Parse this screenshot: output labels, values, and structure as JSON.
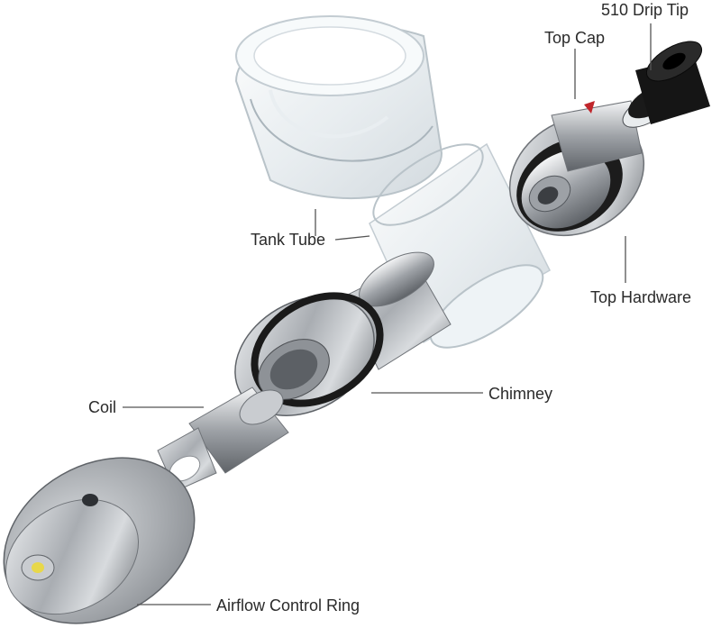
{
  "labels": {
    "drip_tip": "510 Drip Tip",
    "top_cap": "Top Cap",
    "tank_tube": "Tank Tube",
    "top_hardware": "Top Hardware",
    "chimney": "Chimney",
    "coil": "Coil",
    "airflow_ring": "Airflow Control Ring"
  },
  "colors": {
    "metal": "#b8bcc0",
    "metal_dark": "#6e7276",
    "glass": "#e6edf2",
    "oring": "#1a1a1a",
    "drip_tip": "#141414",
    "accent_red": "#c0262b",
    "pin_yellow": "#e8d84a"
  }
}
